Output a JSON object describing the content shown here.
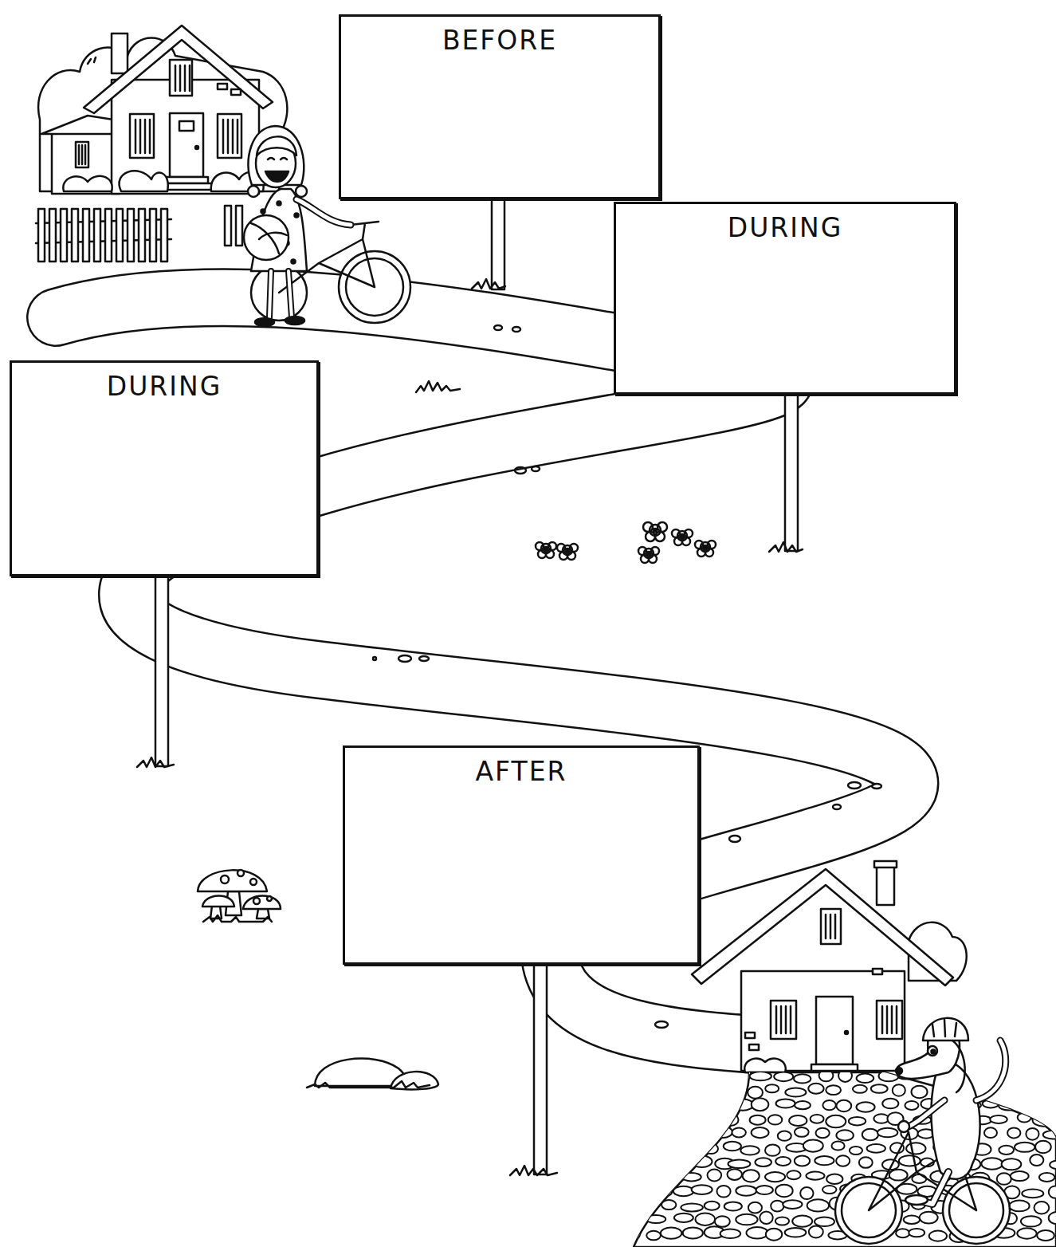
{
  "diagram": {
    "nodes": [
      {
        "text": [
          "BEFORE"
        ]
      },
      {
        "text": [
          "DURING"
        ]
      },
      {
        "text": [
          "DURING"
        ]
      },
      {
        "text": [
          "AFTER"
        ]
      }
    ]
  }
}
